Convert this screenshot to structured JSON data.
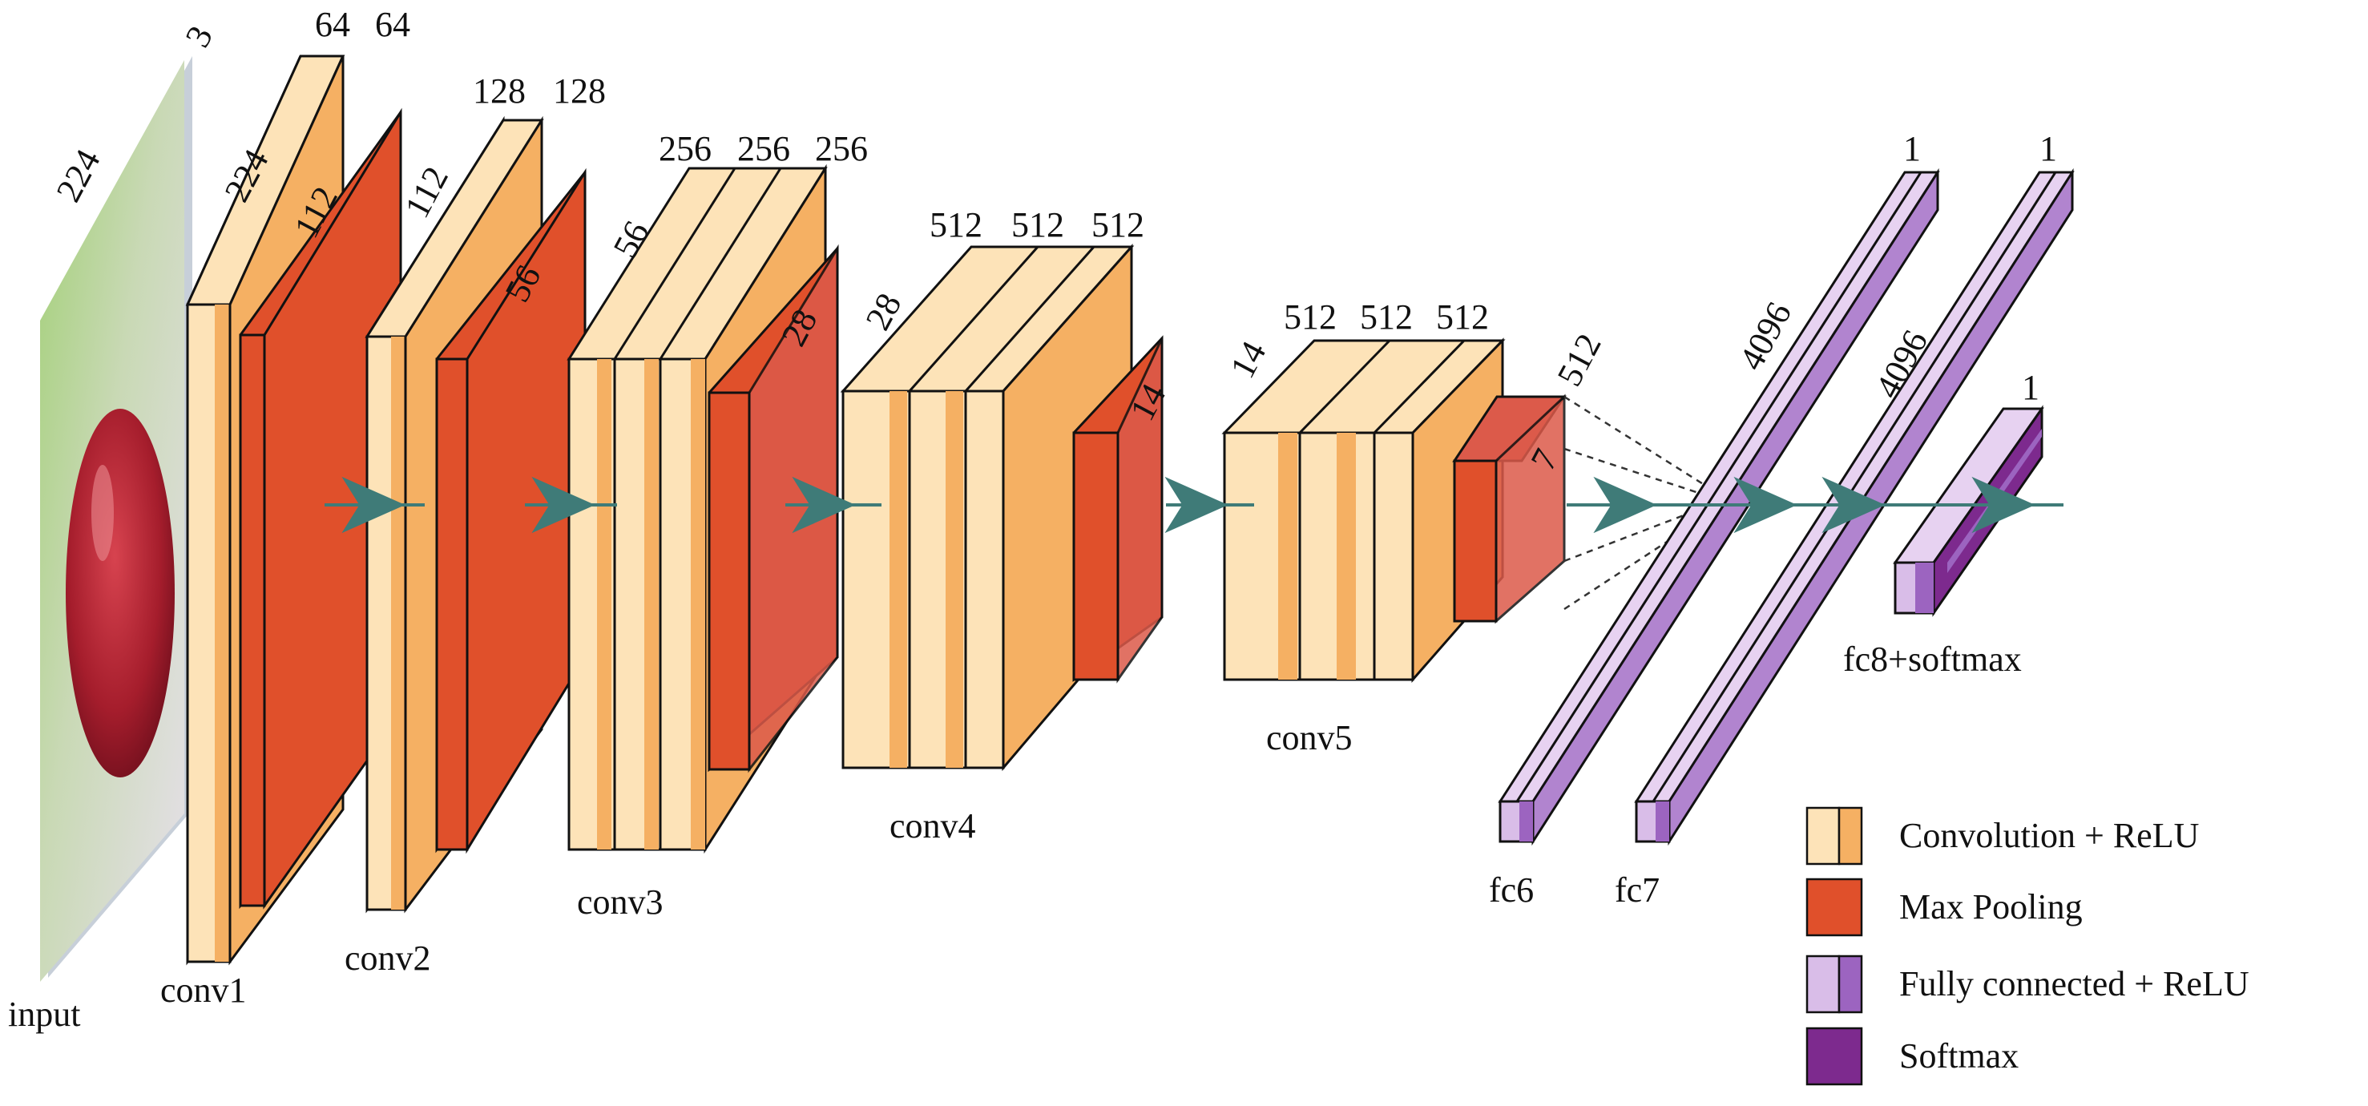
{
  "colors": {
    "conv_light": "#fde3b8",
    "conv_dark": "#f5b063",
    "pool": "#e0502b",
    "pool_translucent": "#dc5a4a",
    "fc_light": "#d9bde8",
    "fc_dark": "#9c64c0",
    "softmax": "#7d2a8e",
    "arrow": "#3f7b78"
  },
  "input": {
    "label": "input",
    "dims": {
      "width": "224",
      "channels": "3"
    }
  },
  "stages": {
    "conv1": {
      "label": "conv1",
      "dims": [
        "224",
        "64",
        "64"
      ],
      "pool_dim": "112"
    },
    "conv2": {
      "label": "conv2",
      "dims": [
        "112",
        "128",
        "128"
      ],
      "pool_dim": "56"
    },
    "conv3": {
      "label": "conv3",
      "dims": [
        "56",
        "256",
        "256",
        "256"
      ],
      "pool_dim": "28"
    },
    "conv4": {
      "label": "conv4",
      "dims": [
        "28",
        "512",
        "512",
        "512"
      ],
      "pool_dim": "14"
    },
    "conv5": {
      "label": "conv5",
      "dims": [
        "14",
        "512",
        "512",
        "512"
      ],
      "pool_dim": "7"
    },
    "fc6": {
      "label": "fc6",
      "dims": [
        "4096",
        "1"
      ]
    },
    "fc7": {
      "label": "fc7",
      "dims": [
        "4096",
        "1"
      ]
    },
    "fc8": {
      "label": "fc8+softmax",
      "dims": [
        "1"
      ]
    }
  },
  "legend": [
    {
      "label": "Convolution + ReLU",
      "kind": "conv"
    },
    {
      "label": "Max Pooling",
      "kind": "pool"
    },
    {
      "label": "Fully connected + ReLU",
      "kind": "fc"
    },
    {
      "label": "Softmax",
      "kind": "softmax"
    }
  ]
}
